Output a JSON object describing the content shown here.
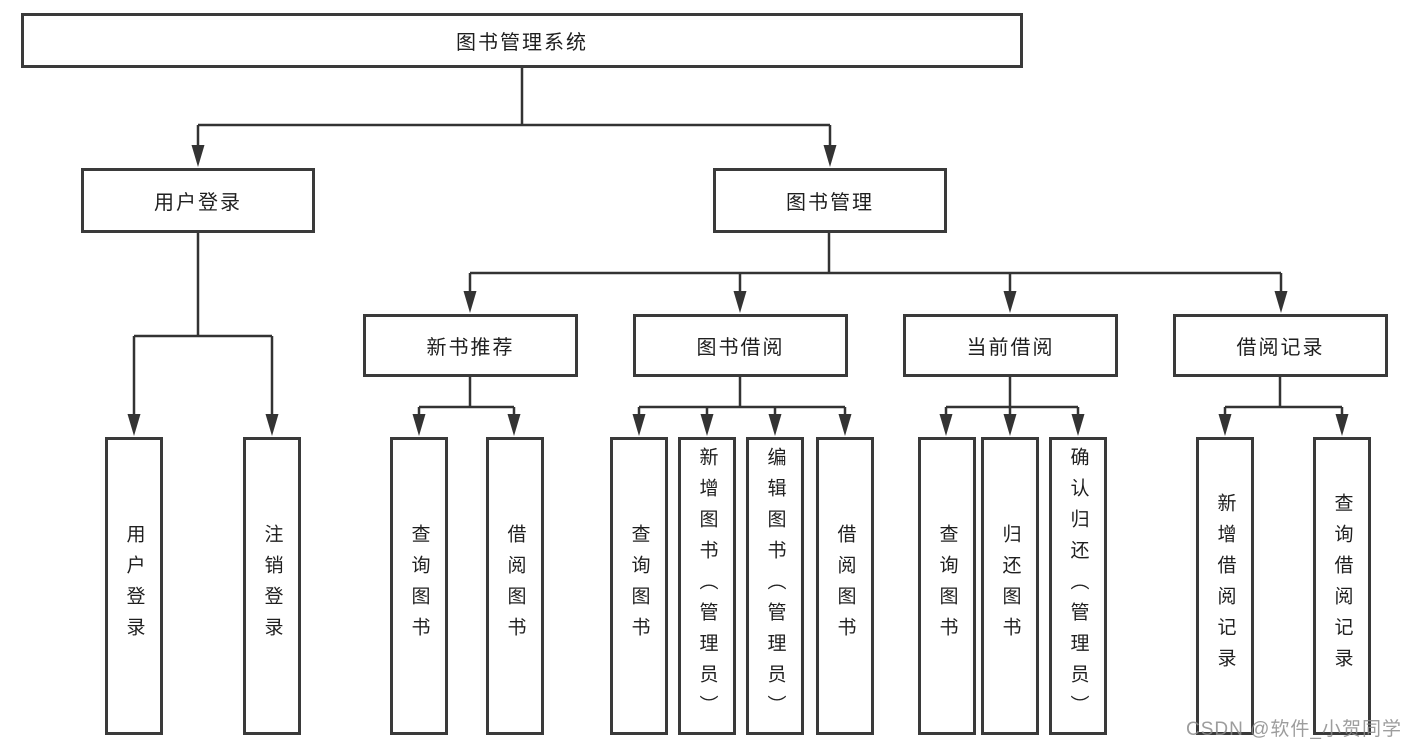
{
  "tree": {
    "root": {
      "label": "图书管理系统"
    },
    "branches": [
      {
        "label": "用户登录",
        "children": [
          {
            "label": "用户登录"
          },
          {
            "label": "注销登录"
          }
        ]
      },
      {
        "label": "图书管理",
        "groups": [
          {
            "label": "新书推荐",
            "children": [
              {
                "label": "查询图书"
              },
              {
                "label": "借阅图书"
              }
            ]
          },
          {
            "label": "图书借阅",
            "children": [
              {
                "label": "查询图书"
              },
              {
                "label": "新增图书（管理员）"
              },
              {
                "label": "编辑图书（管理员）"
              },
              {
                "label": "借阅图书"
              }
            ]
          },
          {
            "label": "当前借阅",
            "children": [
              {
                "label": "查询图书"
              },
              {
                "label": "归还图书"
              },
              {
                "label": "确认归还（管理员）"
              }
            ]
          },
          {
            "label": "借阅记录",
            "children": [
              {
                "label": "新增借阅记录"
              },
              {
                "label": "查询借阅记录"
              }
            ]
          }
        ]
      }
    ]
  },
  "watermark": {
    "text": "CSDN @软件_小贺同学"
  },
  "colors": {
    "line": "#333333",
    "border": "#3a3a3a",
    "text": "#1f1f1f",
    "watermark": "#8c8c8c"
  }
}
